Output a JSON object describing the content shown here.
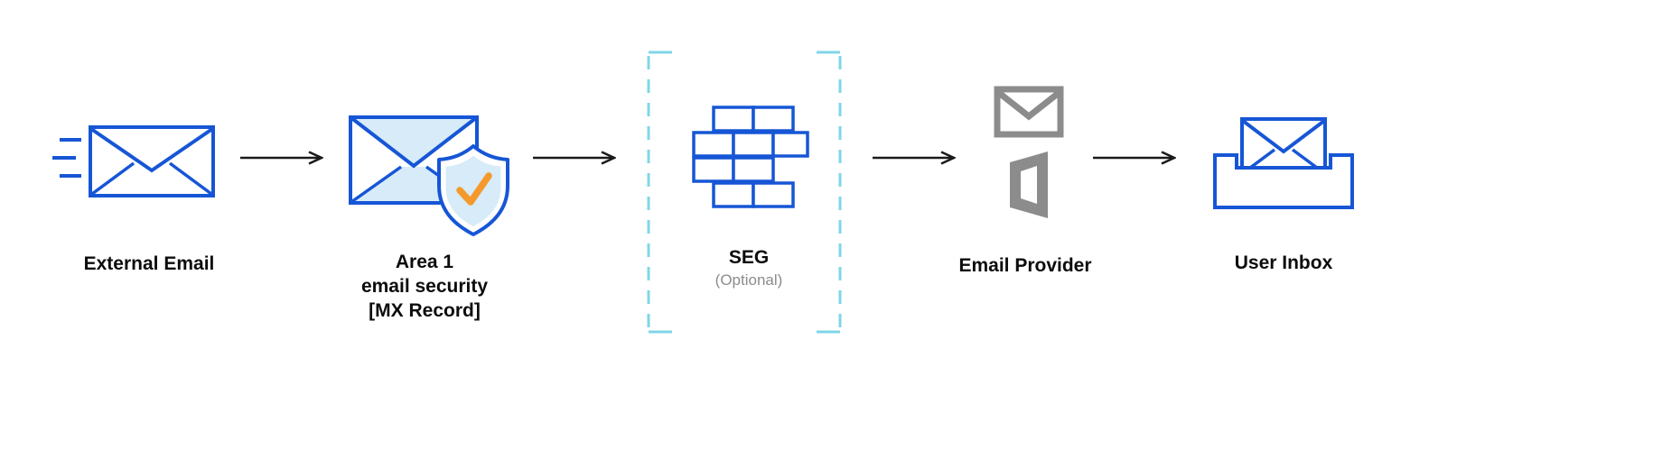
{
  "colors": {
    "blue": "#1656d6",
    "light_blue": "#d7ebf8",
    "cyan": "#7fd6e8",
    "orange": "#f49a2c",
    "gray": "#8c8c8c",
    "arrow": "#1a1a1a",
    "label_text": "#0c0c0d",
    "muted_text": "#8b8b8b"
  },
  "nodes": {
    "external_email": {
      "label": "External Email"
    },
    "area1": {
      "line1": "Area 1",
      "line2": "email security",
      "line3": "[MX Record]"
    },
    "seg": {
      "label": "SEG",
      "sublabel": "(Optional)"
    },
    "email_provider": {
      "label": "Email Provider"
    },
    "user_inbox": {
      "label": "User Inbox"
    }
  }
}
